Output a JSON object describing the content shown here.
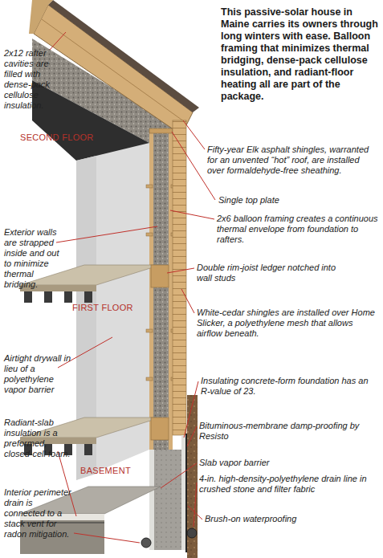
{
  "diagram": {
    "title": "This passive-solar house in Maine carries its owners through long winters with ease. Balloon framing that minimizes thermal bridging, dense-pack cellulose insulation, and radiant-floor heating all are part of the package.",
    "labels": [
      "2x12 rafter cavities are filled with dense-pack cellulose insulation.",
      "SECOND FLOOR",
      "Fifty-year Elk asphalt shingles, warranted for an unvented “hot” roof, are installed over formaldehyde-free sheathing.",
      "Single top plate",
      "2x6 balloon framing creates a continuous thermal envelope from foundation to rafters.",
      "Exterior walls are strapped inside and out to minimize thermal bridging.",
      "Double rim-joist ledger notched into wall studs",
      "FIRST FLOOR",
      "White-cedar shingles are installed over Home Slicker, a polyethylene mesh that allows airflow beneath.",
      "Airtight drywall in lieu of a polyethylene vapor barrier",
      "Insulating concrete-form foundation has an R-value of 23.",
      "Bituminous-membrane damp-proofing by Resisto",
      "Radiant-slab insulation is a preformed, closed-cell foam.",
      "BASEMENT",
      "Slab vapor barrier",
      "4-in. high-density-polyethylene drain line in crushed stone and filter fabric",
      "Interior perimeter drain is connected to a stack vent for radon mitigation.",
      "Brush-on waterproofing"
    ]
  }
}
